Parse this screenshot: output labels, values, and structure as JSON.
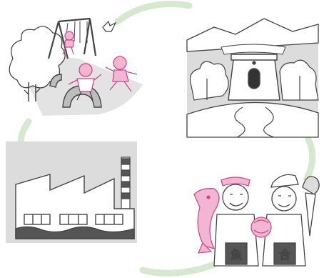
{
  "illustration": {
    "panels": [
      {
        "id": "playground",
        "icon": "playground-icon"
      },
      {
        "id": "dam",
        "icon": "dam-icon"
      },
      {
        "id": "fishermen",
        "icon": "fishermen-icon"
      },
      {
        "id": "factory",
        "icon": "factory-icon"
      }
    ],
    "signs": {
      "apron_left": "魚",
      "apron_right": "合"
    },
    "colors": {
      "line": "#444444",
      "panel_gray": "#dcdcdc",
      "cycle_green": "#d6e8cf",
      "pink": "#c94b8b",
      "pink_light": "#f1b6d2",
      "factory_dark": "#555555"
    }
  }
}
